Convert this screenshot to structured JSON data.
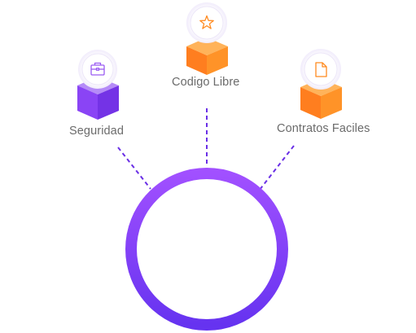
{
  "features": [
    {
      "label": "Seguridad",
      "icon": "briefcase-icon",
      "cube_color": "#8a44f5"
    },
    {
      "label": "Codigo Libre",
      "icon": "star-icon",
      "cube_color": "#ff7e1f"
    },
    {
      "label": "Contratos Faciles",
      "icon": "document-icon",
      "cube_color": "#ff7e1f"
    }
  ],
  "colors": {
    "purple_icon": "#9a5cf2",
    "orange_icon": "#ff8a1f",
    "ring_top": "#a150ff",
    "ring_bottom": "#6633f0",
    "connector": "#6a2fe6",
    "label_text": "#6b6b6b"
  }
}
